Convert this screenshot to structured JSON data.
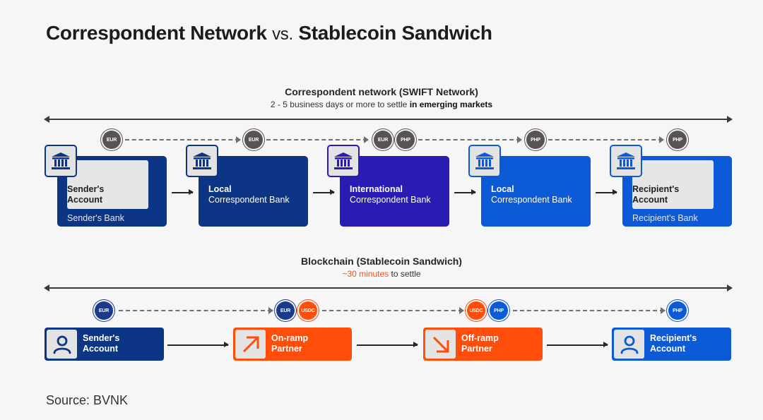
{
  "title": {
    "part1": "Correspondent Network",
    "vs": "vs.",
    "part2": "Stablecoin Sandwich"
  },
  "swift": {
    "title": "Correspondent network (SWIFT Network)",
    "subtitle_plain": "2 - 5 business days or more to settle",
    "subtitle_bold": "in emerging markets",
    "currencies": [
      [
        "EUR"
      ],
      [
        "EUR"
      ],
      [
        "EUR",
        "PHP"
      ],
      [
        "PHP"
      ],
      [
        "PHP"
      ]
    ],
    "banks": [
      {
        "bold": "Sender's Account",
        "line1": "Sender's",
        "line2": "Account",
        "footer": "Sender's Bank",
        "icon": "bank-icon",
        "color": "#0d3586",
        "inner_panel": true
      },
      {
        "bold": "Local",
        "text": "Correspondent Bank",
        "icon": "bank-icon",
        "color": "#0d3586",
        "inner_panel": false
      },
      {
        "bold": "International",
        "text": "Correspondent Bank",
        "icon": "bank-icon",
        "color": "#2a1bb5",
        "inner_panel": false
      },
      {
        "bold": "Local",
        "text": "Correspondent Bank",
        "icon": "bank-icon",
        "color": "#0c5ad6",
        "inner_panel": false
      },
      {
        "bold": "Recipient's Account",
        "line1": "Recipient's",
        "line2": "Account",
        "footer": "Recipient's Bank",
        "icon": "bank-icon",
        "color": "#0c5ad6",
        "inner_panel": true
      }
    ]
  },
  "blockchain": {
    "title": "Blockchain (Stablecoin Sandwich)",
    "subtitle_highlight": "~30 minutes",
    "subtitle_rest": "to settle",
    "currencies": [
      [
        "EUR"
      ],
      [
        "EUR",
        "USDC"
      ],
      [
        "USDC",
        "PHP"
      ],
      [
        "PHP"
      ]
    ],
    "nodes": [
      {
        "line1": "Sender's",
        "line2": "Account",
        "icon": "user-icon",
        "color": "#0d3586"
      },
      {
        "line1": "On-ramp",
        "line2": "Partner",
        "icon": "arrow-up-right-icon",
        "color": "#ff4e0b"
      },
      {
        "line1": "Off-ramp",
        "line2": "Partner",
        "icon": "arrow-down-right-icon",
        "color": "#ff4e0b"
      },
      {
        "line1": "Recipient's",
        "line2": "Account",
        "icon": "user-icon",
        "color": "#0c5ad6"
      }
    ]
  },
  "colors": {
    "navy": "#0d3586",
    "indigo": "#2a1bb5",
    "blue": "#0c5ad6",
    "orange": "#ff4e0b",
    "coin_grey": "#595353"
  },
  "source": "Source: BVNK"
}
